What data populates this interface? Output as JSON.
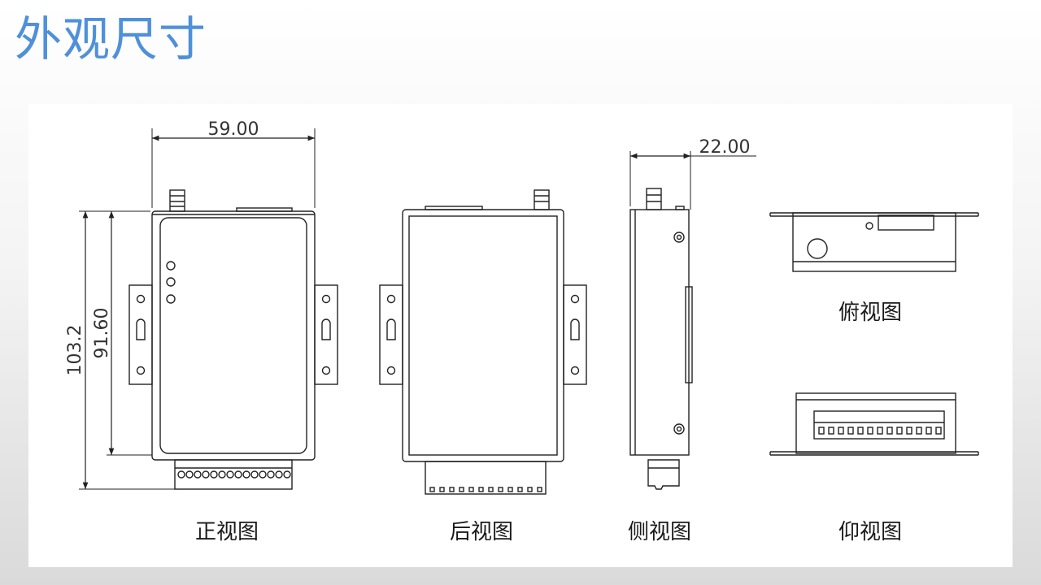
{
  "title": "外观尺寸",
  "dimensions": {
    "width": "59.00",
    "depth": "22.00",
    "height_total": "103.2",
    "height_body": "91.60"
  },
  "views": {
    "front": "正视图",
    "back": "后视图",
    "side": "侧视图",
    "top": "俯视图",
    "bottom": "仰视图"
  },
  "colors": {
    "title": "#4f90da",
    "line": "#222222"
  }
}
